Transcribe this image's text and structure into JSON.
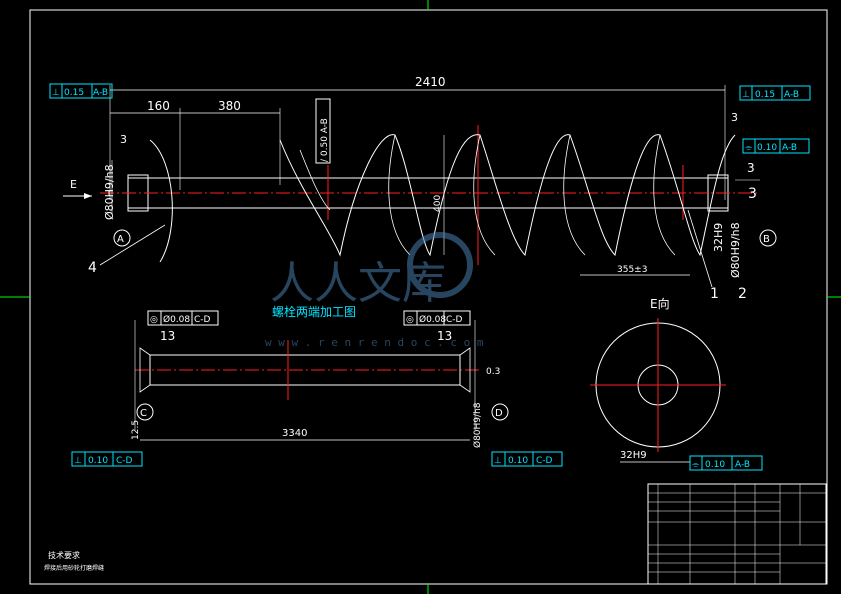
{
  "drawing": {
    "dim_total_length": "2410",
    "dim_160": "160",
    "dim_380": "380",
    "dim_3_left": "3",
    "dim_3_right_top": "3",
    "dim_3_right": "3",
    "dim_phi_left": "Ø80H9/h8",
    "dim_phi_right": "Ø80H9/h8",
    "dim_32h9_right": "32H9",
    "dim_pitch": "400",
    "dim_355": "355±3",
    "view_arrow_label": "E",
    "datum_a": "A",
    "datum_b": "B",
    "datum_c": "C",
    "datum_d": "D",
    "part_1": "1",
    "part_2": "2",
    "part_3": "3",
    "part_4": "4",
    "tol_top_left": [
      "⊥",
      "0.15",
      "A-B"
    ],
    "tol_top_right": [
      "⊥",
      "0.15",
      "A-B"
    ],
    "tol_right_mid": [
      "⌯",
      "0.10",
      "A-B"
    ],
    "tol_vertical": "/ 0.50 A-B",
    "bolt_title": "螺栓两端加工图",
    "bolt_tol_left": [
      "◎",
      "Ø0.08",
      "C-D"
    ],
    "bolt_tol_right": [
      "◎",
      "Ø0.08",
      "C-D"
    ],
    "bolt_13_left": "13",
    "bolt_13_right": "13",
    "bolt_length": "3340",
    "bolt_tol_bottom_left": [
      "⊥",
      "0.10",
      "C-D"
    ],
    "bolt_tol_bottom_right": [
      "⊥",
      "0.10",
      "C-D"
    ],
    "bolt_dim_right": "Ø80H9/h8",
    "bolt_dim_03": "0.3",
    "bolt_dim_125": "12.5",
    "e_view_title": "E向",
    "e_view_dim": "32H9",
    "e_tol": [
      "⌯",
      "0.10",
      "A-B"
    ],
    "tech_title": "技术要求",
    "tech_text": "焊接后用砂轮打磨焊缝",
    "watermark_cn": "人人文库",
    "watermark_url": "w w w . r e n r e n d o c . c o m"
  }
}
